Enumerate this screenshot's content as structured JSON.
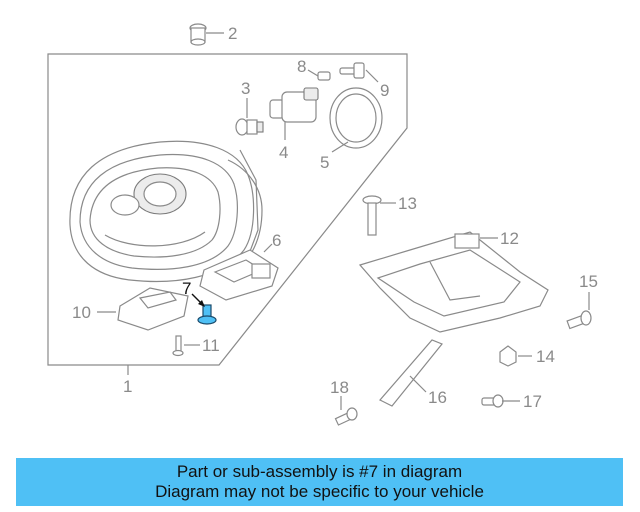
{
  "callouts": {
    "c1": "1",
    "c2": "2",
    "c3": "3",
    "c4": "4",
    "c5": "5",
    "c6": "6",
    "c7": "7",
    "c8": "8",
    "c9": "9",
    "c10": "10",
    "c11": "11",
    "c12": "12",
    "c13": "13",
    "c14": "14",
    "c15": "15",
    "c16": "16",
    "c17": "17",
    "c18": "18"
  },
  "highlight": {
    "part": "7",
    "color": "#4fc0f5"
  },
  "banner": {
    "line1": "Part or sub-assembly is #7 in diagram",
    "line2": "Diagram may not be specific to your vehicle",
    "color": "#4fc0f5"
  }
}
